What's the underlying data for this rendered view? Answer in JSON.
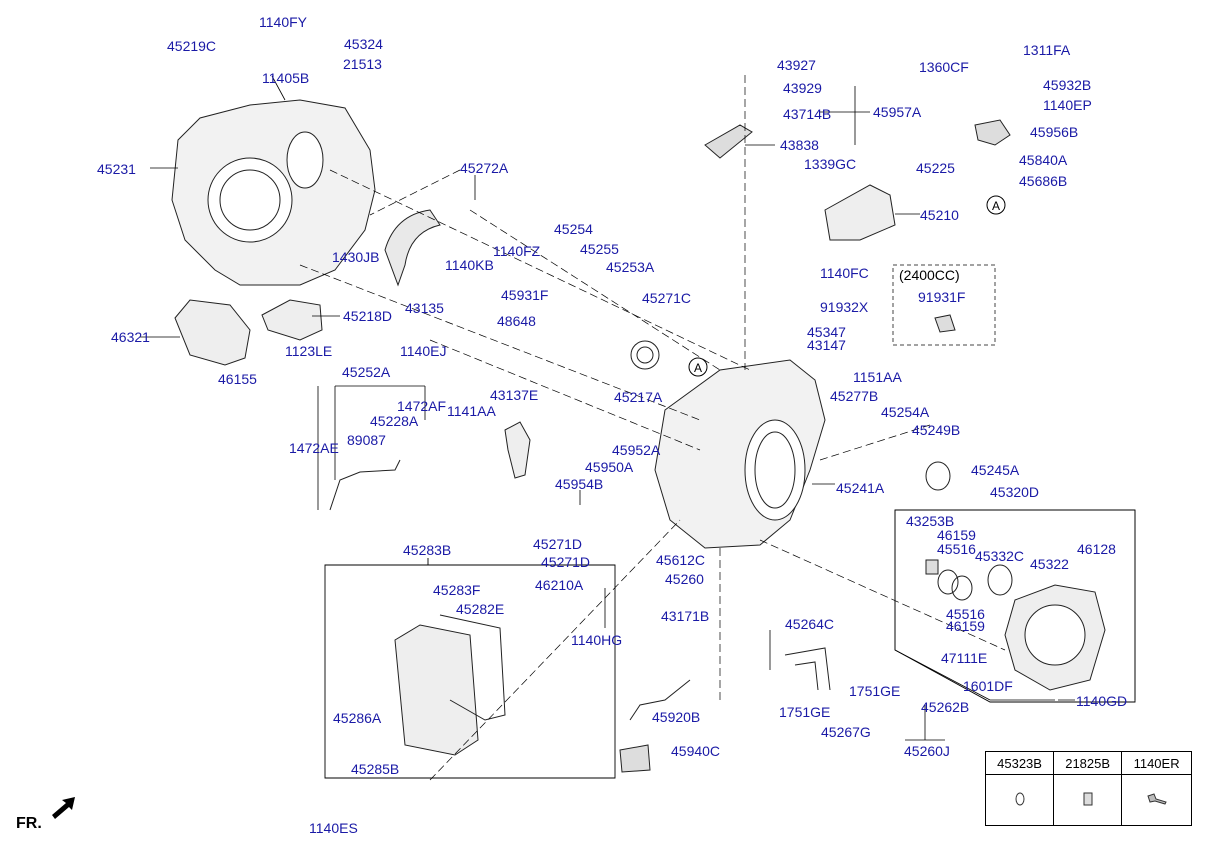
{
  "labels": [
    "1140FY",
    "45219C",
    "45324",
    "21513",
    "11405B",
    "45231",
    "45272A",
    "1140FZ",
    "1430JB",
    "1140KB",
    "43135",
    "46321",
    "45218D",
    "1123LE",
    "1140EJ",
    "46155",
    "45252A",
    "1472AF",
    "1472AE",
    "45228A",
    "89087",
    "1141AA",
    "43137E",
    "45254",
    "45255",
    "45253A",
    "45931F",
    "48648",
    "45271C",
    "45217A",
    "43927",
    "43929",
    "43714B",
    "45957A",
    "43838",
    "1339GC",
    "45225",
    "45210",
    "1311FA",
    "1360CF",
    "45932B",
    "1140EP",
    "45956B",
    "45840A",
    "45686B",
    "1140FC",
    "91932X",
    "45347",
    "43147",
    "1151AA",
    "45277B",
    "45254A",
    "45249B",
    "45245A",
    "45241A",
    "45952A",
    "45950A",
    "45954B",
    "45271D",
    "45271D",
    "46210A",
    "1140HG",
    "45612C",
    "45260",
    "43171B",
    "45283B",
    "45283F",
    "45282E",
    "45286A",
    "45285B",
    "1140ES",
    "45920B",
    "45940C",
    "45264C",
    "1751GE",
    "1751GE",
    "45267G",
    "45262B",
    "45260J",
    "1140GD",
    "45320D",
    "43253B",
    "46159",
    "45516",
    "45332C",
    "45322",
    "46128",
    "45516",
    "46159",
    "47111E",
    "1601DF"
  ],
  "callouts": {
    "circle_a_1": "A",
    "circle_a_2": "A"
  },
  "variant": {
    "box_title": "(2400CC)",
    "part": "91931F"
  },
  "legend": {
    "headers": [
      "45323B",
      "21825B",
      "1140ER"
    ]
  },
  "direction_label": "FR.",
  "colors": {
    "label_blue": "#1a1aa6",
    "line": "#000000"
  }
}
